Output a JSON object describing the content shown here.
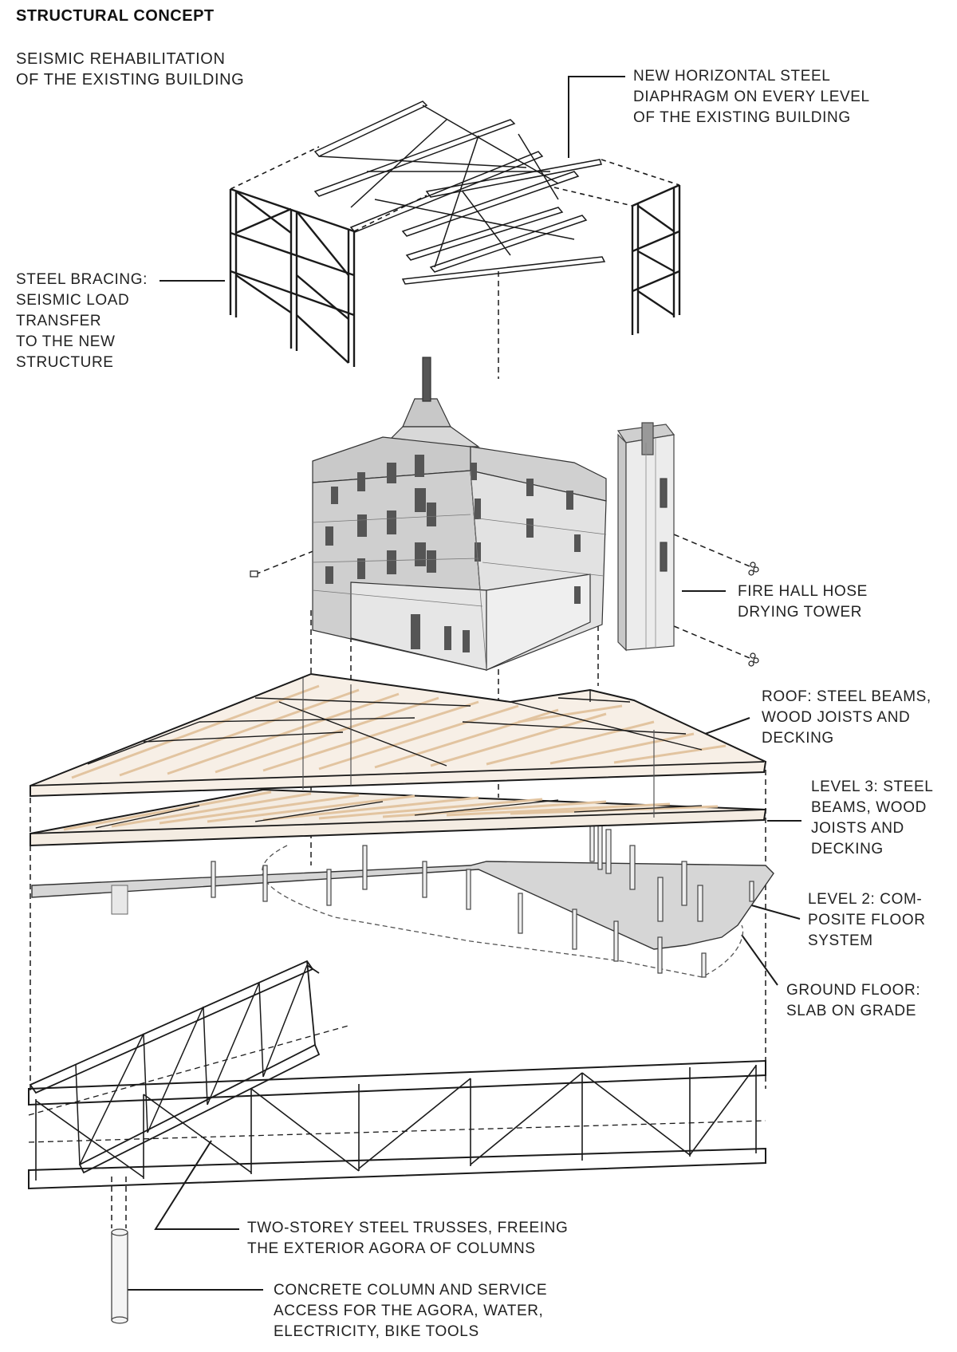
{
  "title": "STRUCTURAL CONCEPT",
  "subtitle": [
    "SEISMIC REHABILITATION",
    "OF THE EXISTING BUILDING"
  ],
  "labels": {
    "diaphragm": [
      "NEW HORIZONTAL STEEL",
      "DIAPHRAGM ON EVERY LEVEL",
      "OF THE EXISTING BUILDING"
    ],
    "bracing": [
      "STEEL BRACING:",
      "SEISMIC LOAD",
      "TRANSFER",
      "TO THE NEW",
      "STRUCTURE"
    ],
    "tower": [
      "FIRE HALL HOSE",
      "DRYING TOWER"
    ],
    "roof": [
      "ROOF: STEEL BEAMS,",
      "WOOD JOISTS AND",
      "DECKING"
    ],
    "level3": [
      "LEVEL 3: STEEL",
      "BEAMS, WOOD",
      "JOISTS AND",
      "DECKING"
    ],
    "level2": [
      "LEVEL 2: COM-",
      "POSITE FLOOR",
      "SYSTEM"
    ],
    "ground": [
      "GROUND FLOOR:",
      "SLAB ON GRADE"
    ],
    "trusses": [
      "TWO-STOREY STEEL TRUSSES, FREEING",
      "THE EXTERIOR AGORA OF COLUMNS"
    ],
    "column": [
      "CONCRETE COLUMN AND SERVICE",
      "ACCESS FOR THE AGORA, WATER,",
      "ELECTRICITY, BIKE TOOLS"
    ]
  },
  "colors": {
    "ink": "#1a1a1a",
    "wood": "#e8c9a6",
    "floor": "#d4d4d4",
    "building": "#bcbcbc"
  }
}
